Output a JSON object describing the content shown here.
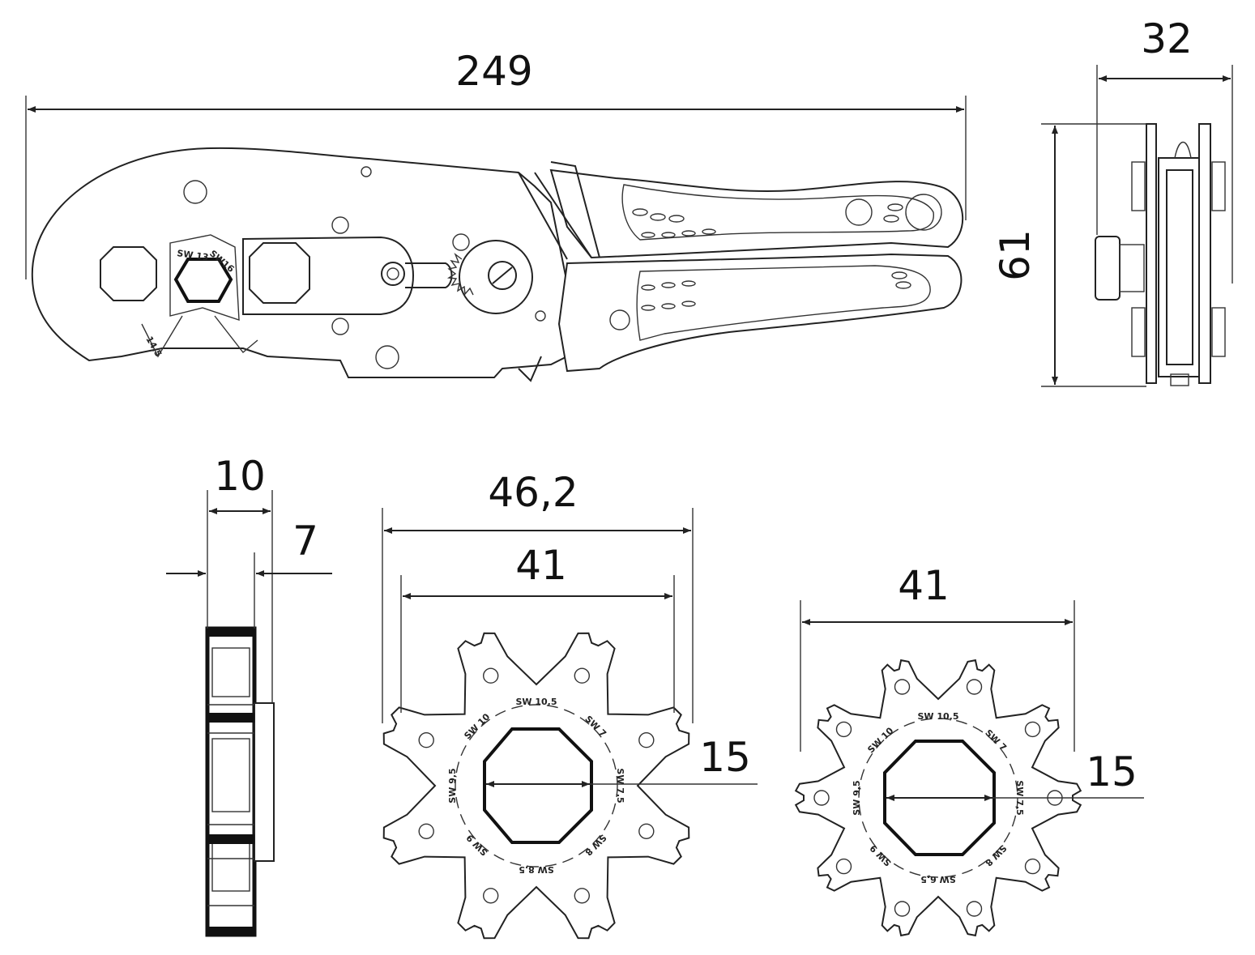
{
  "dimensions": {
    "overall_length": "249",
    "side_width": "32",
    "side_height": "61",
    "die_thickness_total": "10",
    "die_thickness_inner": "7",
    "die_a_outer": "46,2",
    "die_a_inner": "41",
    "die_a_bore": "15",
    "die_b_outer": "41",
    "die_b_bore": "15"
  },
  "tool_labels": {
    "jaw_sw": "SW 13",
    "jaw_sw2": "SW16",
    "jaw_size": "14,5"
  },
  "die_a_labels": [
    "SW 10,5",
    "SW 7",
    "SW 7,5",
    "SW 8",
    "SW 8,5",
    "SW 9",
    "SW 9,5",
    "SW 10"
  ],
  "die_b_labels": [
    "SW 10,5",
    "SW 7",
    "SW 7,5",
    "SW 8",
    "SW 6,5",
    "SW 9",
    "SW 9,5",
    "SW 10"
  ],
  "colors": {
    "line": "#222222",
    "background": "#ffffff"
  }
}
